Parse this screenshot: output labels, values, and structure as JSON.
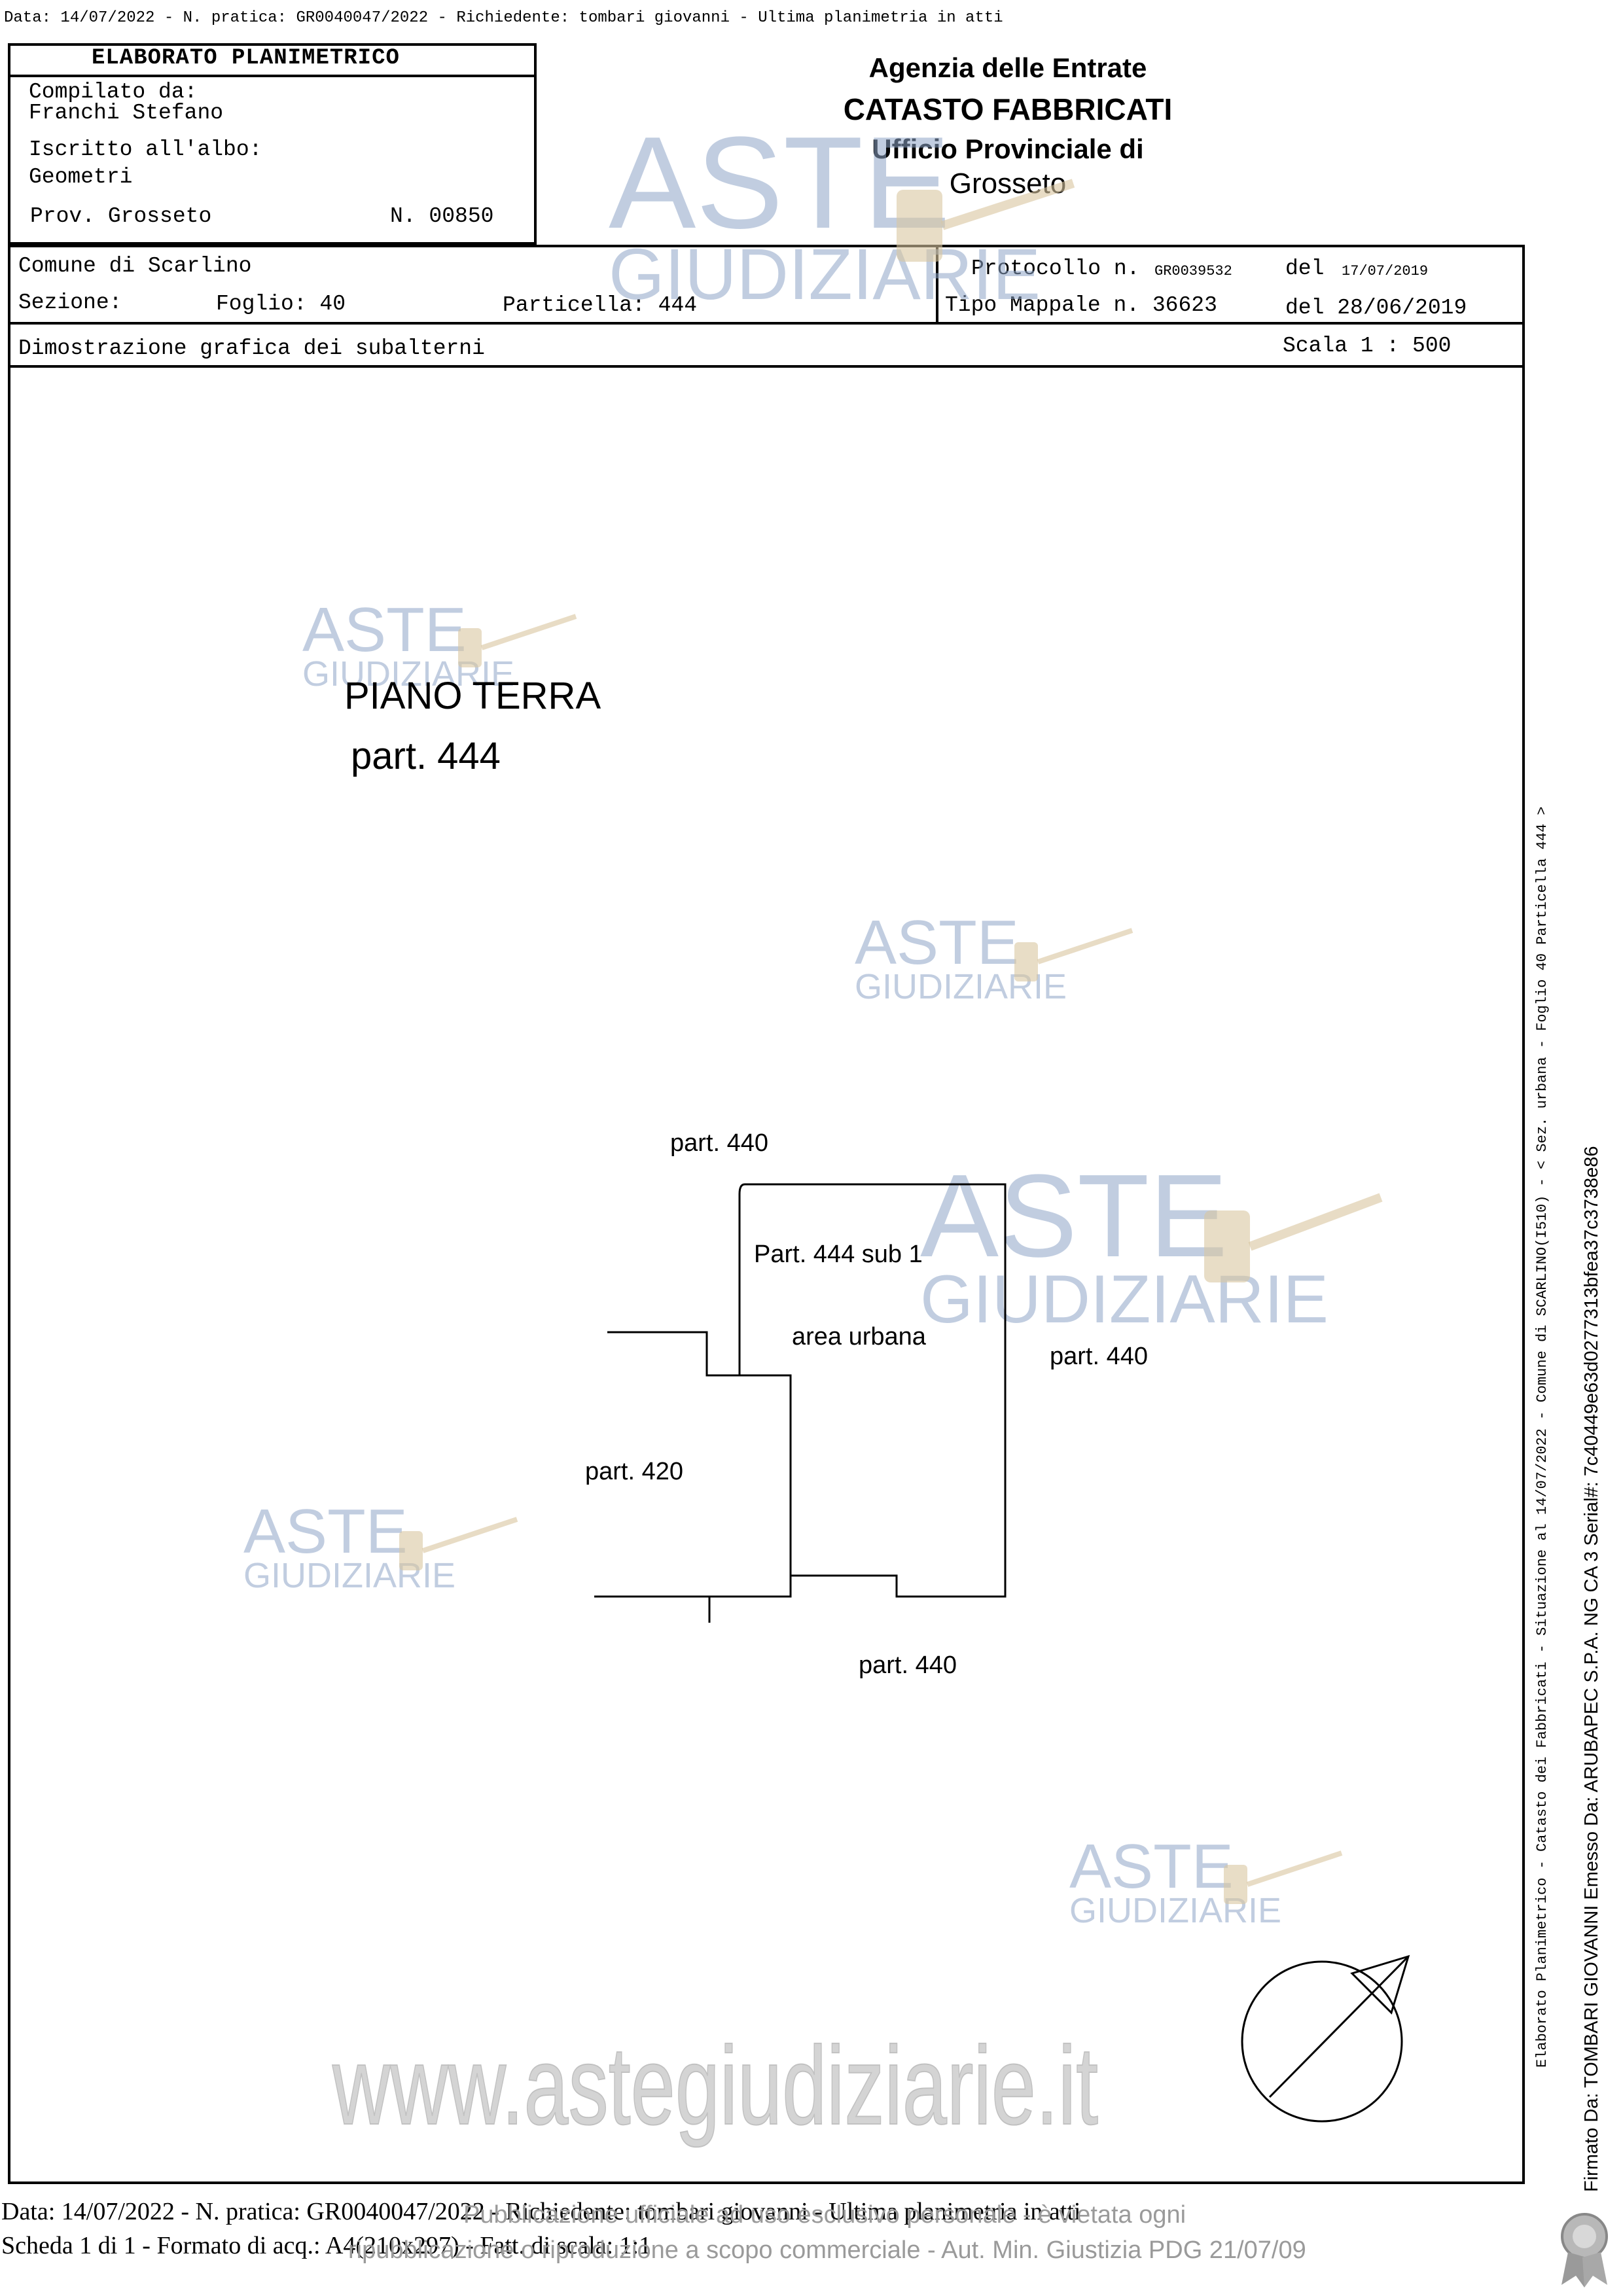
{
  "top_line": "Data: 14/07/2022 - N. pratica: GR0040047/2022 - Richiedente: tombari giovanni - Ultima planimetria in atti",
  "header": {
    "title": "ELABORATO PLANIMETRICO",
    "compilato_label": "Compilato da:",
    "compilato_name": "Franchi Stefano",
    "iscritto_label": "Iscritto all'albo:",
    "iscritto_value": "Geometri",
    "prov": "Prov. Grosseto",
    "numero": "N. 00850"
  },
  "agency": {
    "line1": "Agenzia delle Entrate",
    "line2": "CATASTO FABBRICATI",
    "line3": "Ufficio Provinciale di",
    "line4": "Grosseto"
  },
  "info": {
    "comune": "Comune di Scarlino",
    "sezione": "Sezione:",
    "foglio": "Foglio: 40",
    "particella": "Particella: 444",
    "protocollo_label": "Protocollo n.",
    "protocollo_value": "GR0039532",
    "protocollo_del_label": "del",
    "protocollo_del_value": "17/07/2019",
    "tipo_mappale": "Tipo Mappale n. 36623",
    "tipo_del": "del 28/06/2019",
    "dimostrazione": "Dimostrazione grafica dei subalterni",
    "scala": "Scala 1 : 500"
  },
  "plan": {
    "title": "PIANO TERRA",
    "subtitle": "part. 444",
    "label_part440_top": "part. 440",
    "label_sub1": "Part. 444 sub 1",
    "label_area": "area urbana",
    "label_part440_right": "part. 440",
    "label_part420": "part. 420",
    "label_part440_bottom": "part. 440"
  },
  "watermark": {
    "aste": "ASTE",
    "giudiziarie": "GIUDIZIARIE",
    "website": "www.astegiudiziarie.it"
  },
  "side_text": {
    "catasto": "Elaborato Planimetrico - Catasto dei Fabbricati - Situazione al 14/07/2022 - Comune di SCARLINO(I510) - < Sez. urbana   - Foglio 40 Particella 444 >",
    "firma": "Firmato Da: TOMBARI GIOVANNI Emesso Da: ARUBAPEC S.P.A. NG CA 3 Serial#: 7c40449e63d0277313bfea37c3738e86"
  },
  "footer": {
    "line1": "Data: 14/07/2022 - N. pratica: GR0040047/2022 - Richiedente: tombari giovanni - Ultima planimetria in atti",
    "line2": "Scheda 1 di 1 - Formato di acq.: A4(210x297) - Fatt. di scala: 1:1",
    "overlay1": "Pubblicazione ufficiale ad uso esclusivo personale - è vietata ogni",
    "overlay2": "ripubblicazione o riproduzione a scopo commerciale - Aut. Min. Giustizia PDG 21/07/09"
  }
}
